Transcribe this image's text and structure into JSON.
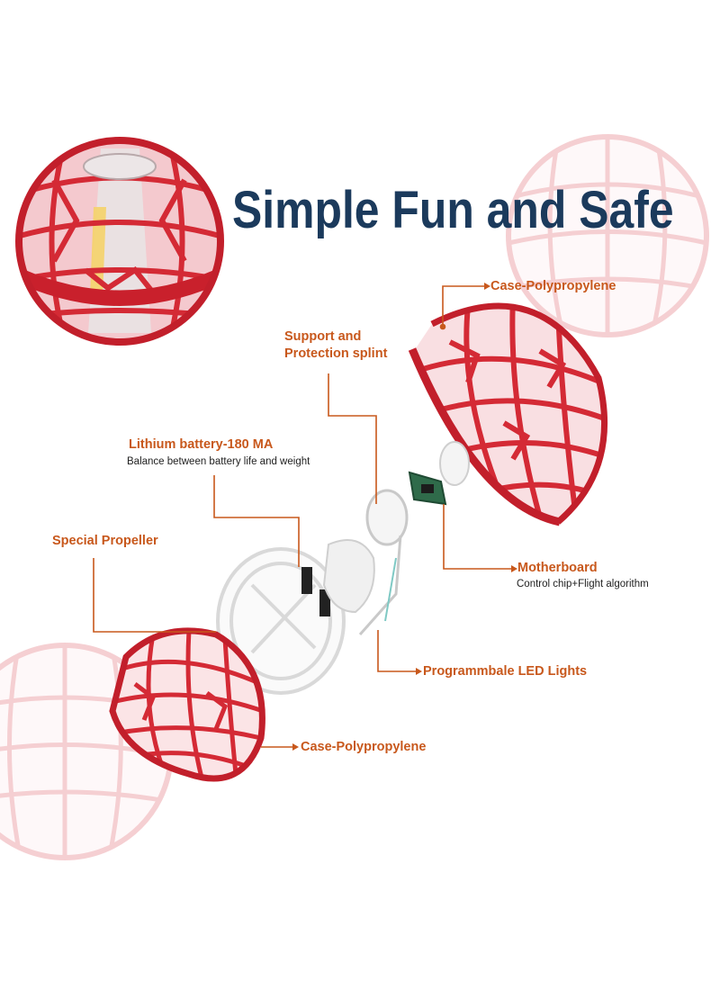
{
  "title": "Simple Fun and Safe",
  "labels": {
    "case_top": "Case-Polypropylene",
    "support_line1": "Support and",
    "support_line2": "Protection splint",
    "battery": "Lithium battery-180 MA",
    "battery_sub": "Balance between battery life and weight",
    "propeller": "Special Propeller",
    "motherboard": "Motherboard",
    "motherboard_sub": "Control chip+Flight algorithm",
    "led": "Programmbale LED Lights",
    "case_bottom": "Case-Polypropylene"
  },
  "colors": {
    "title": "#1b3a5c",
    "label": "#c8581c",
    "leader": "#c8581c",
    "shell": "#d42a35",
    "shell_light": "#f2b7bd"
  }
}
